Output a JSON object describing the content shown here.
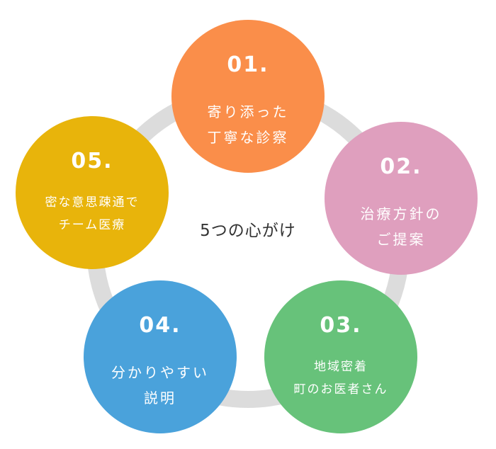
{
  "title": "5つの心がけ",
  "ring_color": "#dcdcdc",
  "items": [
    {
      "number": "01.",
      "lines": [
        "寄り添った",
        "丁寧な診察"
      ],
      "color": "#fa8e4a"
    },
    {
      "number": "02.",
      "lines": [
        "治療方針の",
        "ご提案"
      ],
      "color": "#df9fbe"
    },
    {
      "number": "03.",
      "lines": [
        "地域密着",
        "町のお医者さん"
      ],
      "color": "#67c27a"
    },
    {
      "number": "04.",
      "lines": [
        "分かりやすい",
        "説明"
      ],
      "color": "#4aa2db"
    },
    {
      "number": "05.",
      "lines": [
        "密な意思疎通で",
        "チーム医療"
      ],
      "color": "#e8b40b"
    }
  ]
}
